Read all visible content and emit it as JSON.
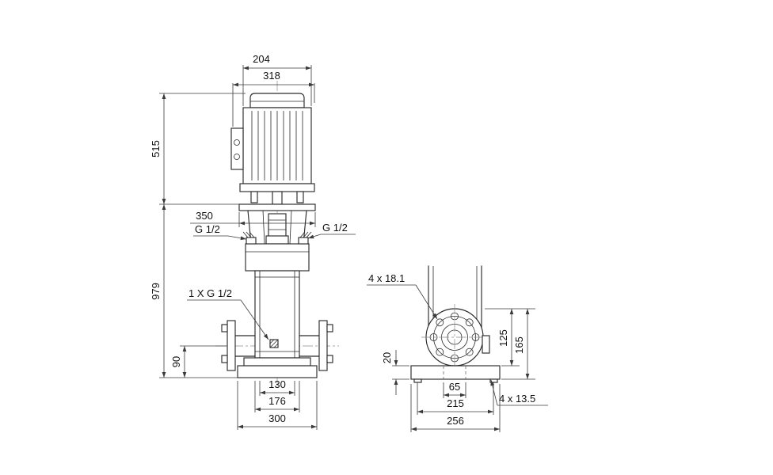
{
  "drawing": {
    "name": "vertical-multistage-pump-dimensional-drawing",
    "background": "#ffffff",
    "line_color": "#2b2b2b",
    "dim_color": "#3a3a3a"
  },
  "dims": {
    "front": {
      "motor_width": "204",
      "motor_depth": "318",
      "motor_height": "515",
      "stool_flange_width": "350",
      "port_left": "G 1/2",
      "port_right": "G 1/2",
      "total_height": "979",
      "tapping": "1 X G 1/2",
      "port_center_height": "90",
      "width_inner": "130",
      "width_mid": "176",
      "base_width": "300"
    },
    "side": {
      "flange_holes": "4 x 18.1",
      "height_125": "125",
      "height_165": "165",
      "base_thickness": "20",
      "slot_spacing": "65",
      "hole_spacing": "215",
      "base_depth": "256",
      "base_holes": "4 x 13.5"
    }
  }
}
